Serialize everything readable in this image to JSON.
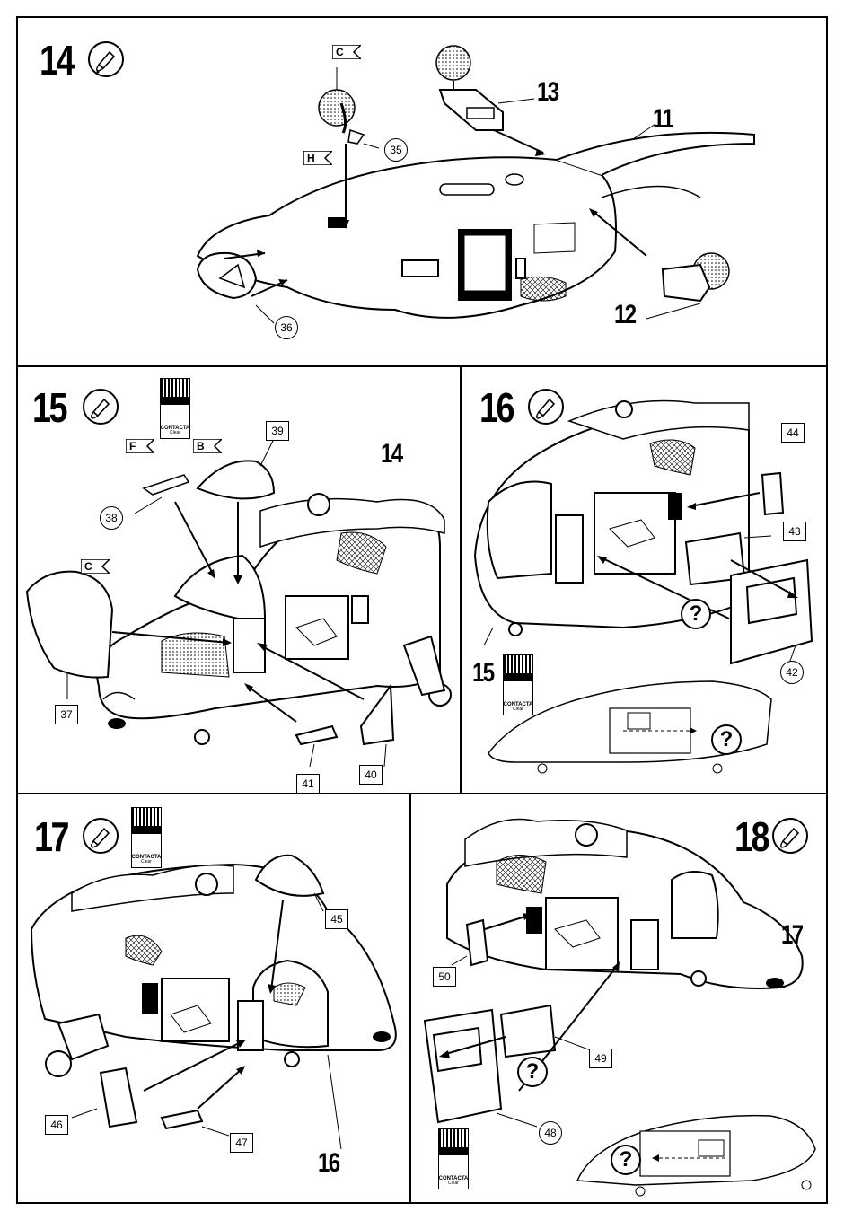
{
  "steps": {
    "s14": {
      "number": "14",
      "parts": {
        "p11": "11",
        "p12": "12",
        "p13": "13",
        "p35": "35",
        "p36": "36"
      },
      "flags": {
        "c": "C",
        "h": "H"
      }
    },
    "s15": {
      "number": "15",
      "parts": {
        "p14": "14",
        "p37": "37",
        "p38": "38",
        "p39": "39",
        "p40": "40",
        "p41": "41"
      },
      "flags": {
        "c": "C",
        "f": "F",
        "b": "B"
      }
    },
    "s16": {
      "number": "16",
      "parts": {
        "p15": "15",
        "p42": "42",
        "p43": "43",
        "p44": "44"
      },
      "question": "?"
    },
    "s17": {
      "number": "17",
      "parts": {
        "p16": "16",
        "p45": "45",
        "p46": "46",
        "p47": "47"
      }
    },
    "s18": {
      "number": "18",
      "parts": {
        "p17": "17",
        "p48": "48",
        "p49": "49",
        "p50": "50"
      },
      "question": "?"
    }
  },
  "glue_bottle": {
    "brand": "CONTACTA",
    "sub": "Clear"
  },
  "icons": {
    "glue": "glue-tube-icon",
    "question": "question-mark-icon"
  }
}
